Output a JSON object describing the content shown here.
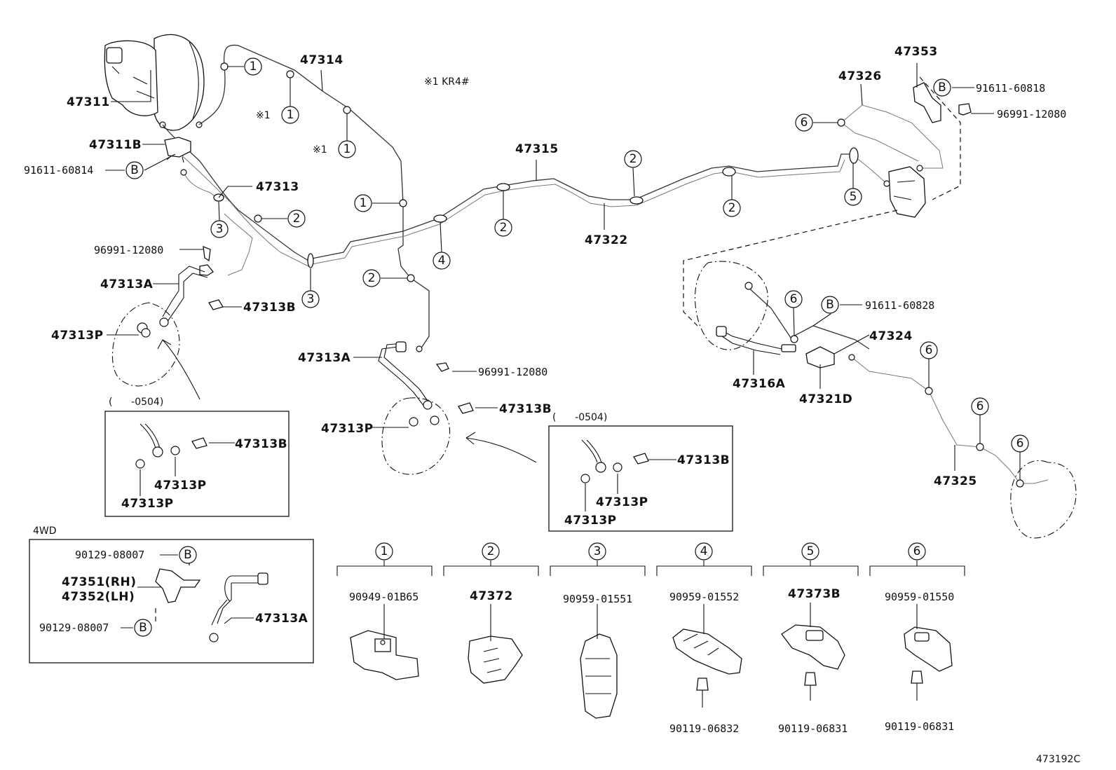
{
  "diagram_id": "473192C",
  "note": "※1 KR4#",
  "callout_mark": "※1",
  "inset_date": "(      -0504)",
  "variant_4wd": "4WD",
  "circle_labels": [
    "1",
    "2",
    "3",
    "4",
    "5",
    "6",
    "B"
  ],
  "parts": {
    "p47311": "47311",
    "p47311B": "47311B",
    "p91611_60814": "91611-60814",
    "p47313": "47313",
    "p96991_12080": "96991-12080",
    "p47313A": "47313A",
    "p47313B": "47313B",
    "p47313P": "47313P",
    "p47314": "47314",
    "p47315": "47315",
    "p47322": "47322",
    "p47326": "47326",
    "p47353": "47353",
    "p91611_60818": "91611-60818",
    "p91611_60828": "91611-60828",
    "p47324": "47324",
    "p47316A": "47316A",
    "p47321D": "47321D",
    "p47325": "47325",
    "p90129_08007": "90129-08007",
    "p47351": "47351(RH)",
    "p47352": "47352(LH)",
    "p90949_01B65": "90949-01B65",
    "p47372": "47372",
    "p90959_01551": "90959-01551",
    "p90959_01552": "90959-01552",
    "p47373B": "47373B",
    "p90959_01550": "90959-01550",
    "p90119_06832": "90119-06832",
    "p90119_06831": "90119-06831"
  }
}
